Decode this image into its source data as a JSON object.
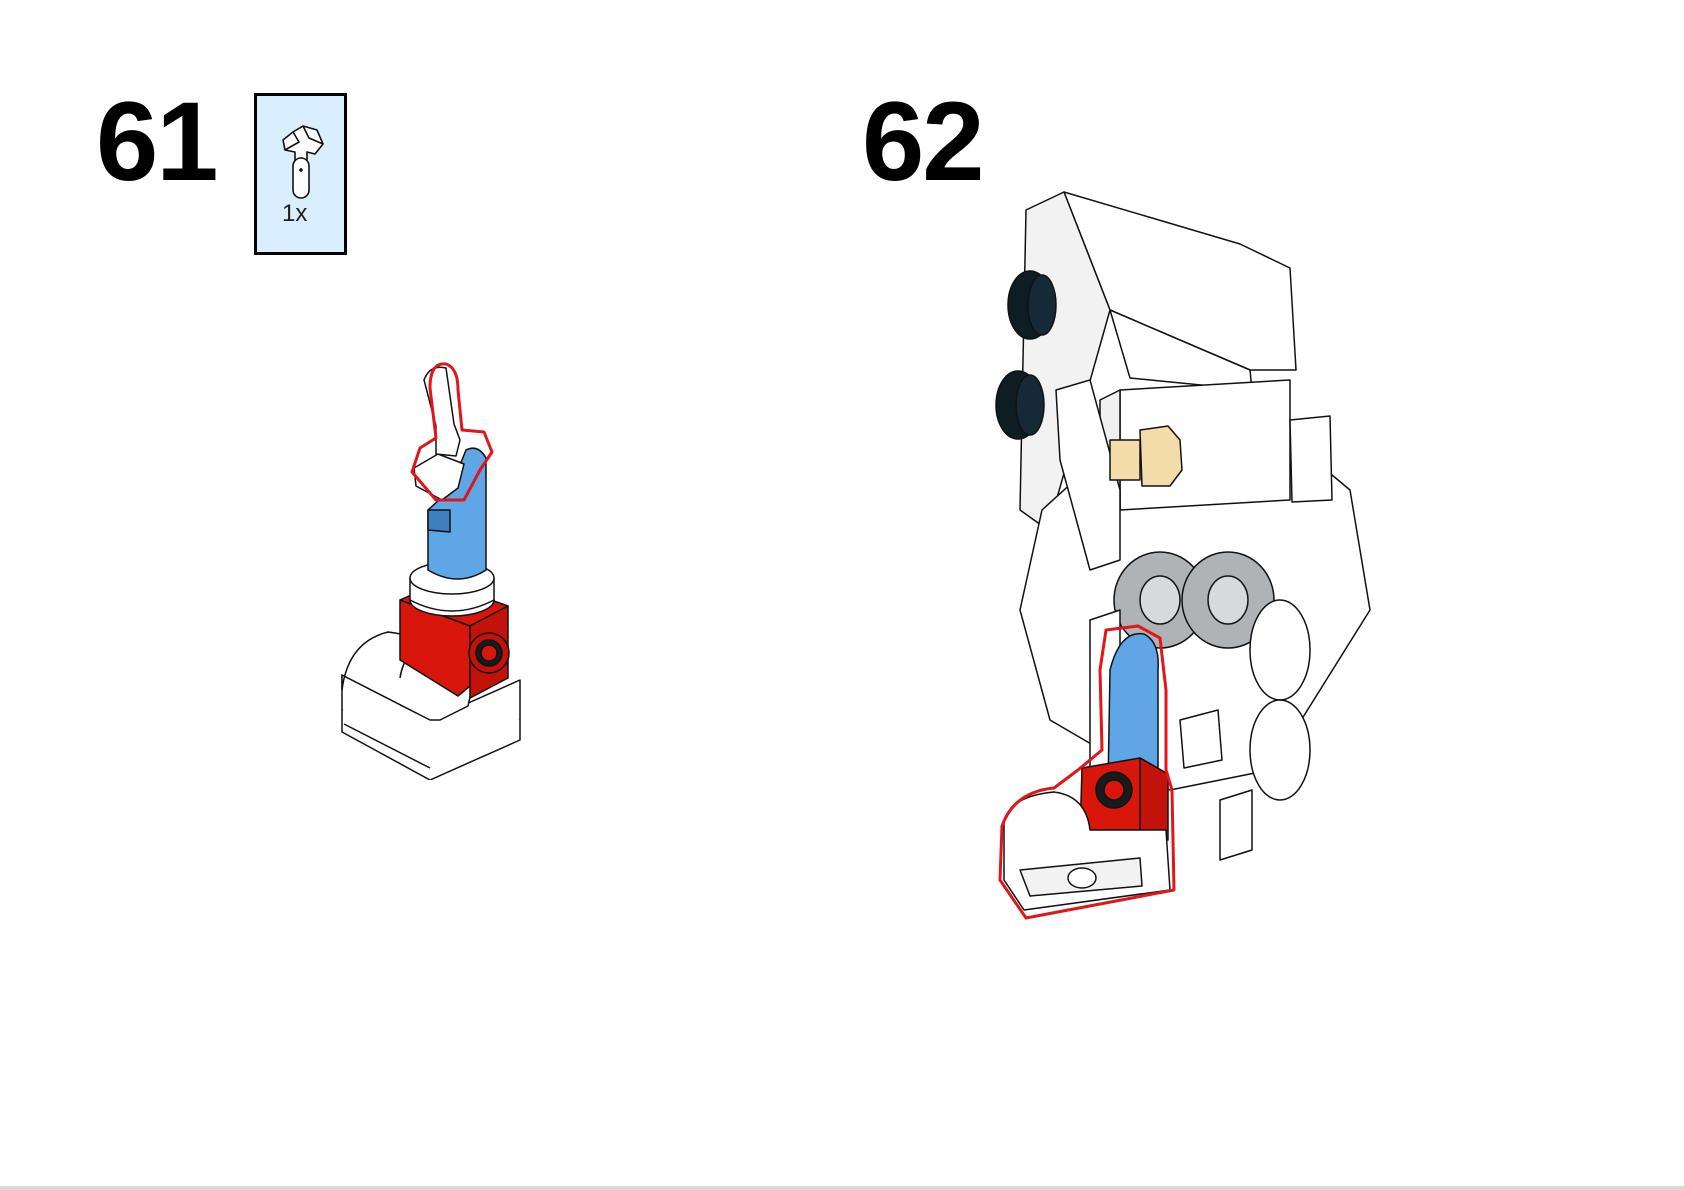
{
  "steps": [
    {
      "number": "61",
      "parts": [
        {
          "icon": "clip-bar-part-icon",
          "quantity": "1x",
          "color": "#ffffff"
        }
      ],
      "model": "leg-assembly-icon"
    },
    {
      "number": "62",
      "model": "robot-body-assembly-icon"
    }
  ],
  "colors": {
    "parts_box_bg": "#d9eeff",
    "highlight_outline": "#e0161b",
    "brick_red": "#d8160c",
    "brick_blue": "#5ea6e6",
    "brick_gray": "#b0b3b5",
    "brick_tan": "#f4dcaa",
    "brick_black": "#152a36"
  }
}
